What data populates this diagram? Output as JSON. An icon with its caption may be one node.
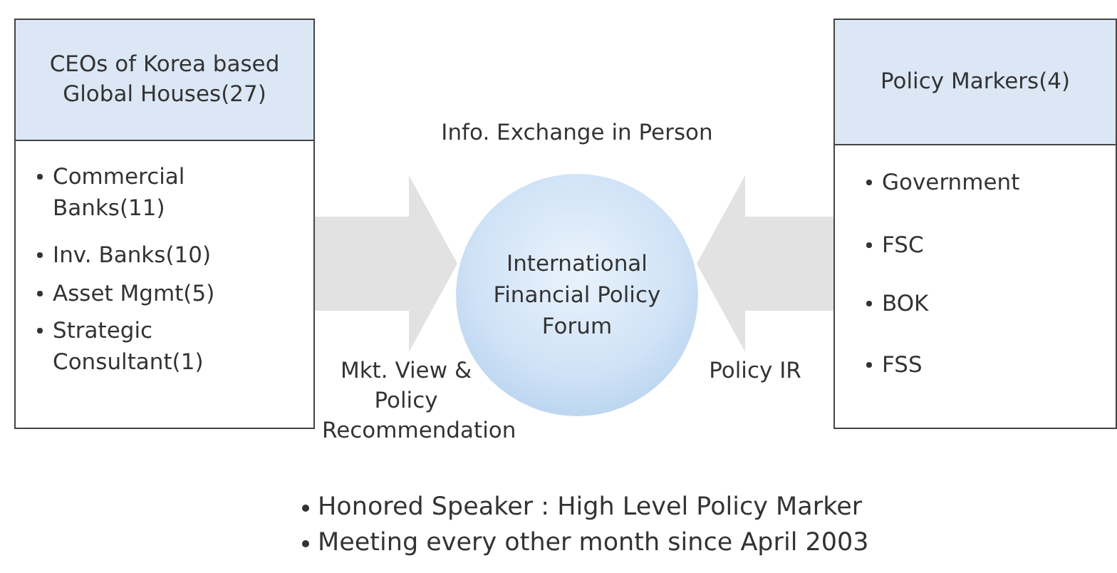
{
  "diagram": {
    "nodes": [
      {
        "text": [
          "CEOs of Korea based Global Houses(27)",
          "Commercial Banks(11)",
          "Inv. Banks(10)",
          "Asset Mgmt(5)",
          "Strategic Consultant(1)"
        ]
      },
      {
        "text": [
          "International Financial Policy Forum"
        ]
      },
      {
        "text": [
          "Policy Markers(4)",
          "Government",
          "FSC",
          "BOK",
          "FSS"
        ]
      }
    ],
    "edges": [
      {
        "from": 0,
        "to": 1,
        "arrow": "to",
        "label": "Mkt. View & Policy Recommendation"
      },
      {
        "from": 2,
        "to": 1,
        "arrow": "to",
        "label": "Policy IR"
      }
    ],
    "labels": [
      "Info. Exchange in Person",
      "Honored Speaker : High Level Policy Marker",
      "Meeting every other month since April 2003"
    ]
  }
}
